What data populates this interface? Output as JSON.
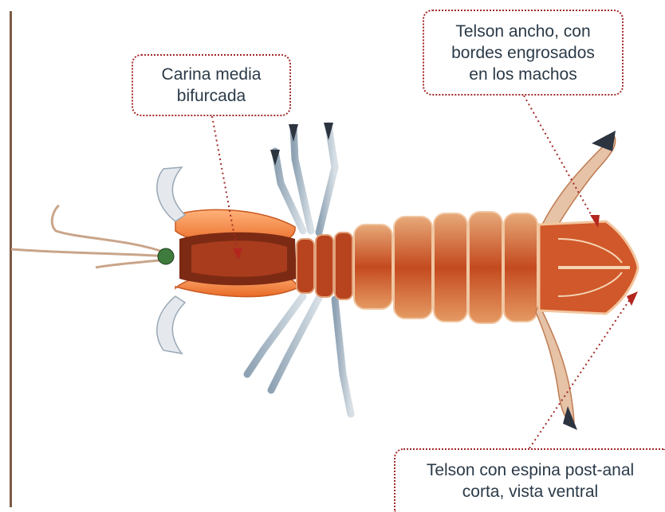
{
  "callouts": {
    "carina": {
      "line1": "Carina media",
      "line2": "bifurcada"
    },
    "telson_wide": {
      "line1": "Telson ancho, con",
      "line2": "bordes engrosados",
      "line3": "en los machos"
    },
    "telson_spine": {
      "line1": "Telson con espina post-anal",
      "line2": "corta, vista ventral"
    }
  },
  "colors": {
    "rule": "#7b5a43",
    "callout_border": "#a32a2a",
    "pointer": "#b3261e",
    "text": "#2b3a48"
  }
}
